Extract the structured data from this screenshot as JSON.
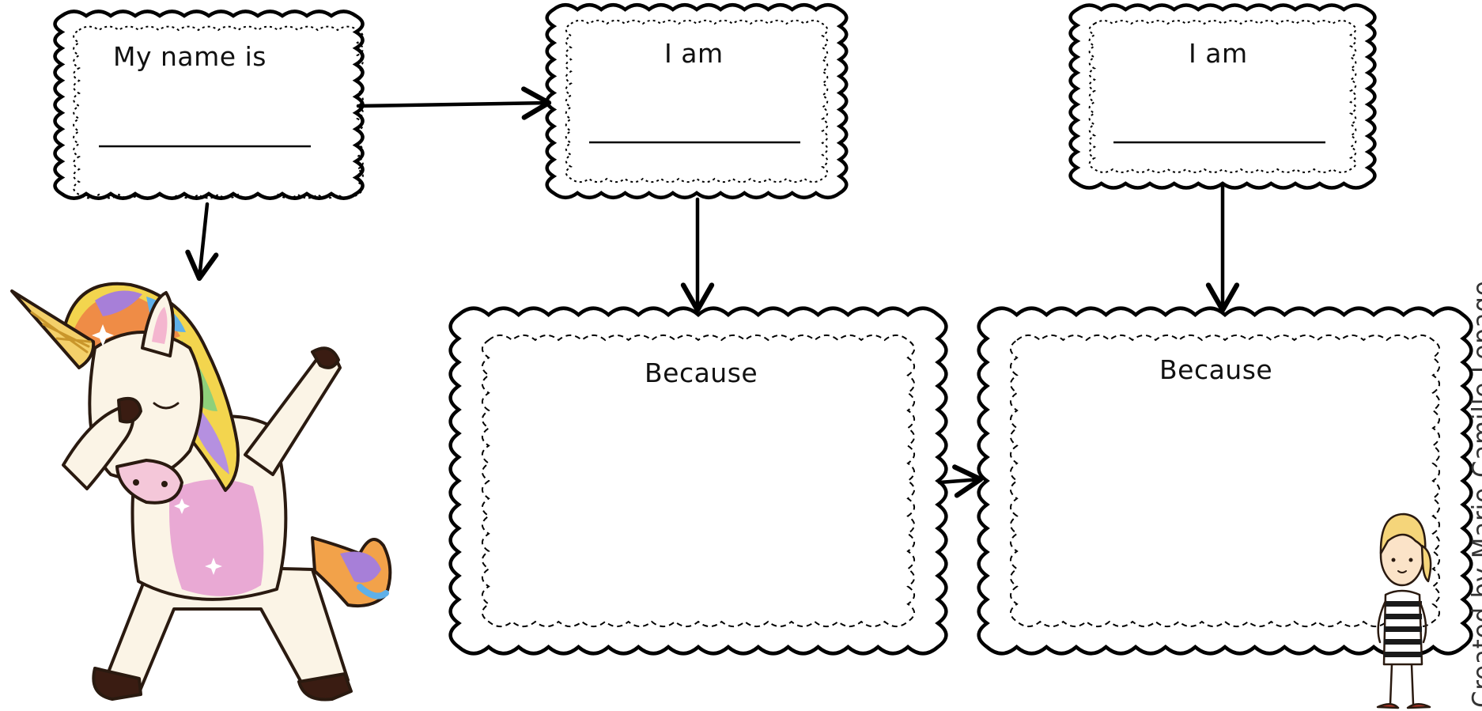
{
  "clouds": {
    "name": {
      "label": "My name is"
    },
    "trait1": {
      "label": "I am"
    },
    "trait2": {
      "label": "I am"
    },
    "reason1": {
      "label": "Because"
    },
    "reason2": {
      "label": "Because"
    }
  },
  "credit": "Created by Marie-Camille Lepage",
  "colors": {
    "outline": "#000000",
    "unicorn_body": "#fbf4e6",
    "unicorn_belly": "#e9a9d4"
  }
}
